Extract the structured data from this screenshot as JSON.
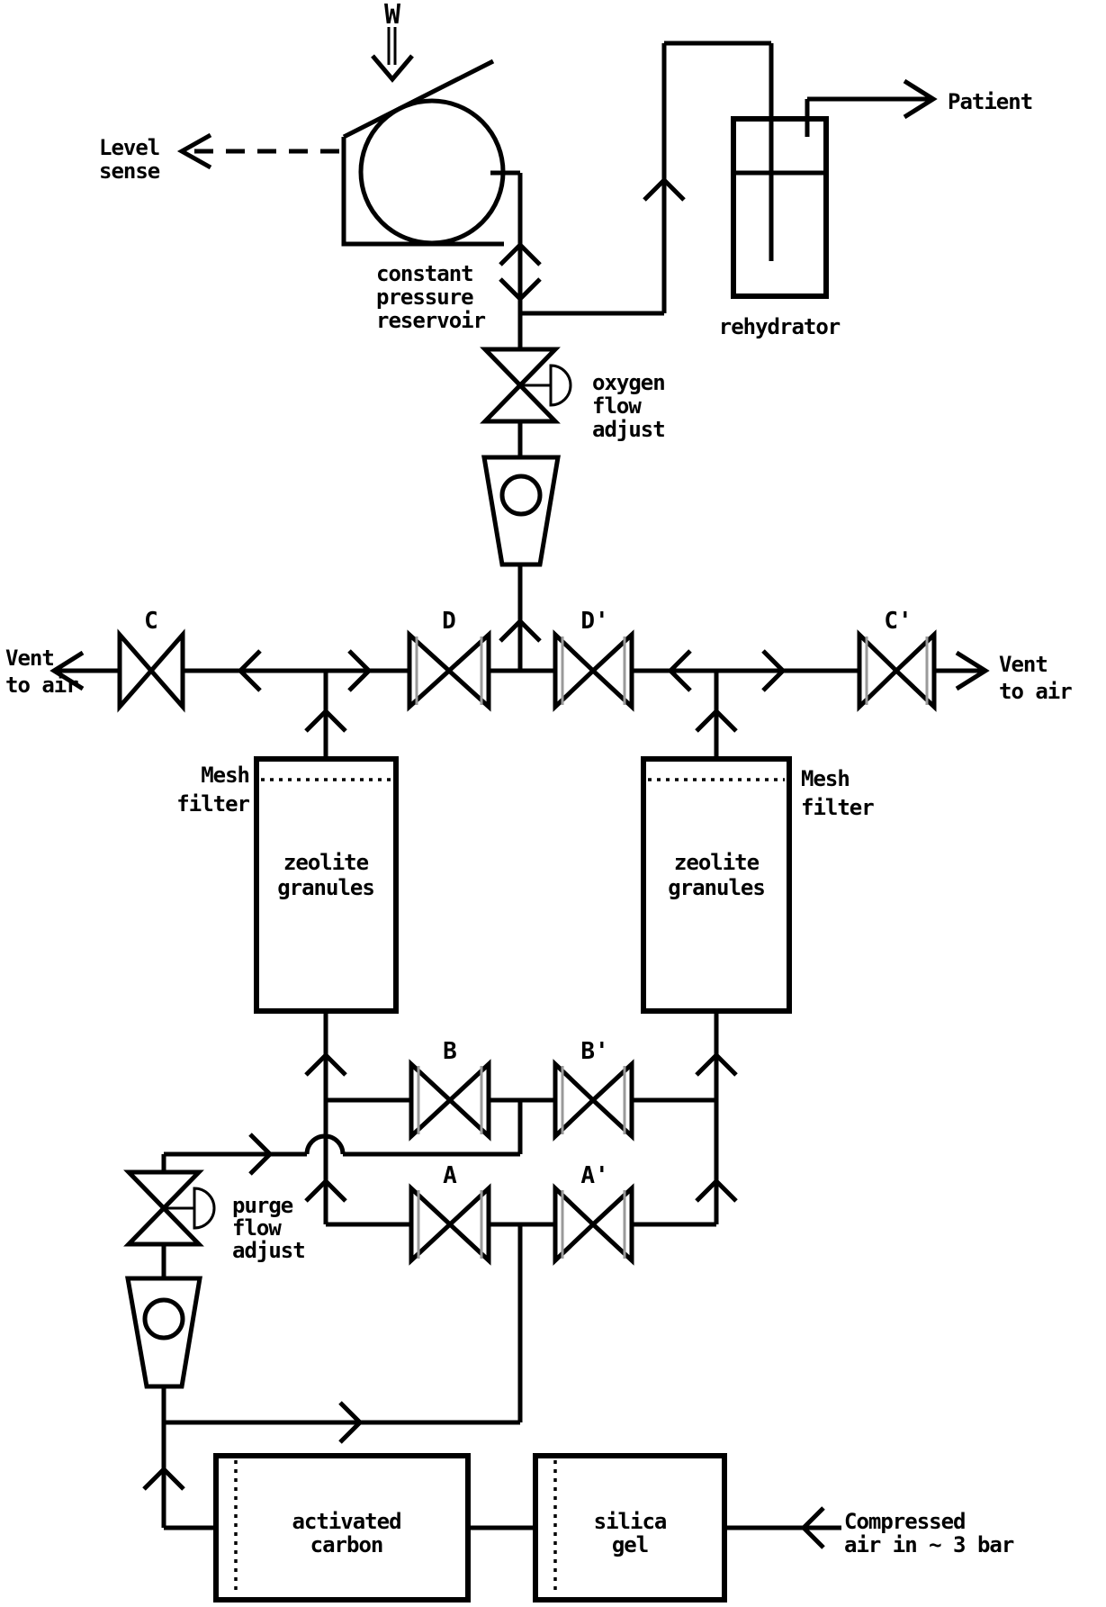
{
  "diagram": {
    "type": "oxygen-concentrator-schematic",
    "colors": {
      "line": "#000000",
      "background": "#ffffff",
      "valve_seat": "#9a9a9a"
    },
    "labels": {
      "w": "W",
      "level1": "Level",
      "level2": "sense",
      "reservoir1": "constant",
      "reservoir2": "pressure",
      "reservoir3": "reservoir",
      "rehydrator": "rehydrator",
      "patient": "Patient",
      "oxy1": "oxygen",
      "oxy2": "flow",
      "oxy3": "adjust",
      "vent1": "Vent",
      "vent2": "to air",
      "valve_c": "C",
      "valve_d": "D",
      "valve_dp": "D'",
      "valve_cp": "C'",
      "mesh1": "Mesh",
      "mesh2": "filter",
      "zeo1": "zeolite",
      "zeo2": "granules",
      "valve_b": "B",
      "valve_bp": "B'",
      "valve_a": "A",
      "valve_ap": "A'",
      "purge1": "purge",
      "purge2": "flow",
      "purge3": "adjust",
      "ac1": "activated",
      "ac2": "carbon",
      "sg1": "silica",
      "sg2": "gel",
      "air1": "Compressed",
      "air2": "air in ~ 3 bar"
    }
  }
}
